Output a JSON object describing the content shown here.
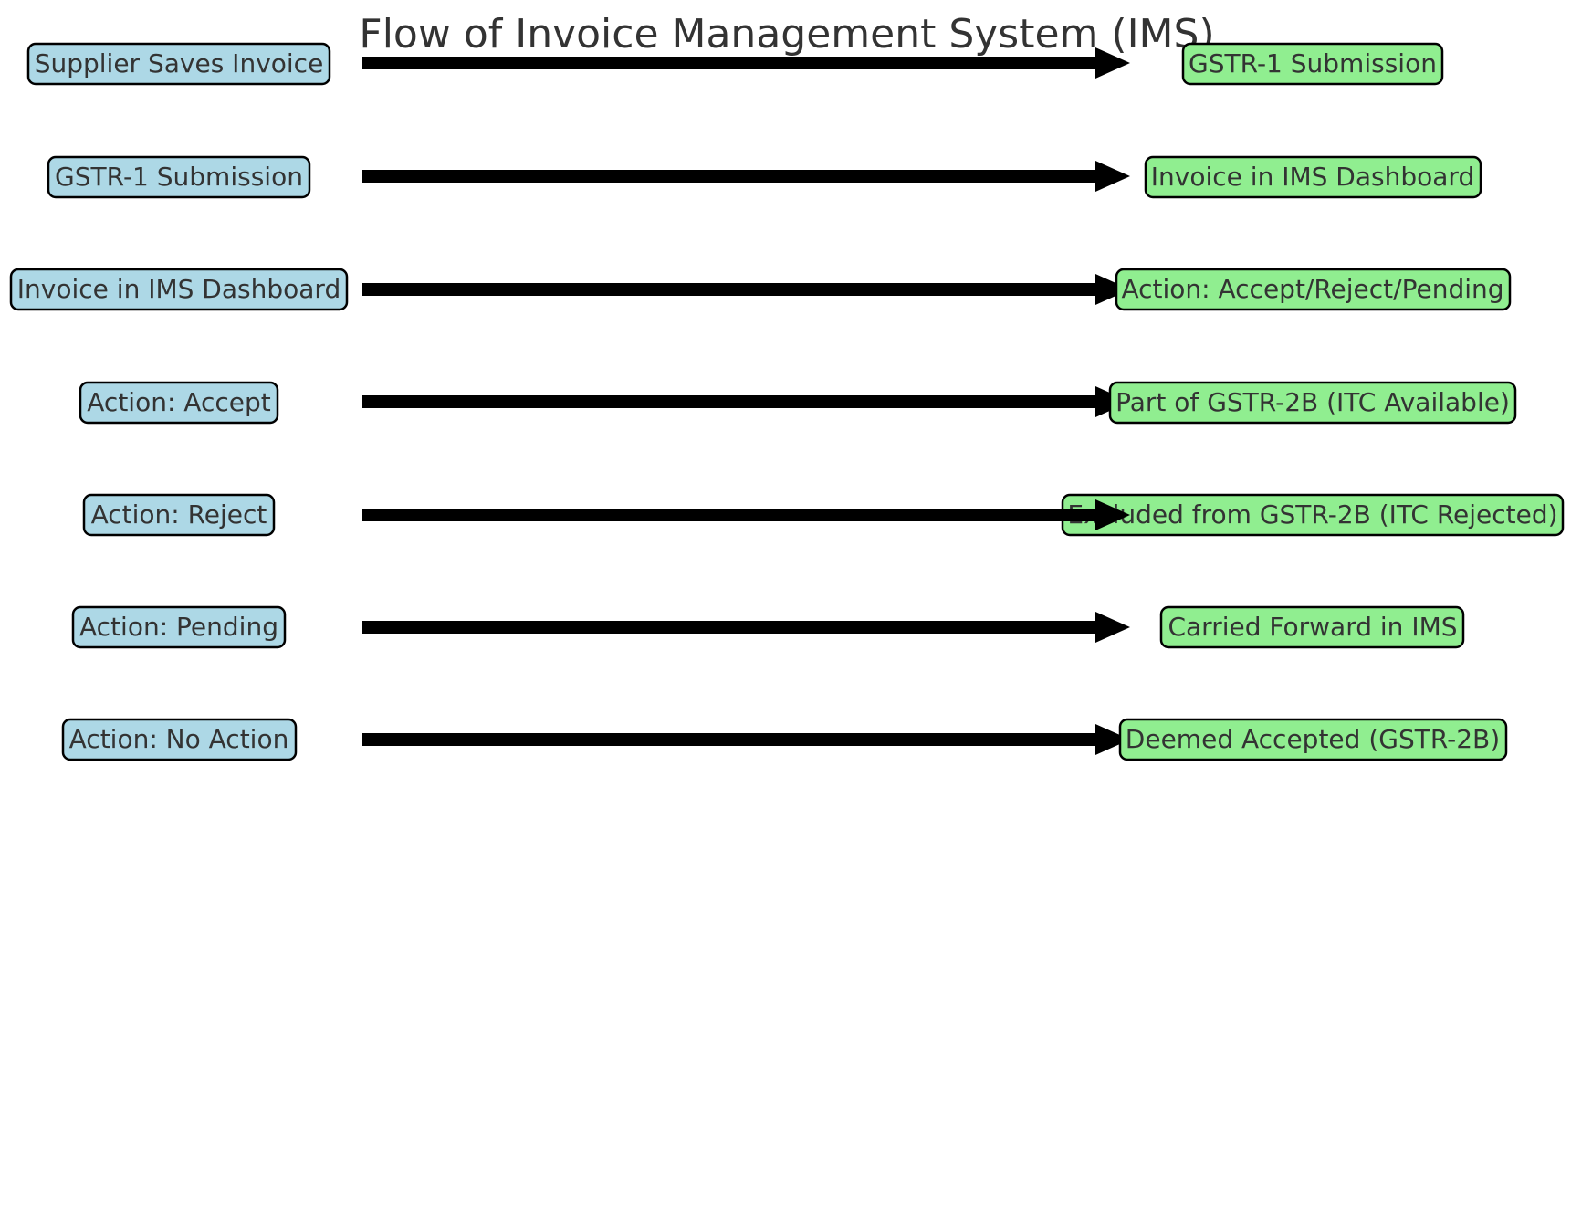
{
  "title": "Flow of Invoice Management System (IMS)",
  "colors": {
    "left_box": "#add8e6",
    "right_box": "#90ee90",
    "arrow": "#000000",
    "text": "#333333"
  },
  "flows": [
    {
      "from": "Supplier Saves Invoice",
      "to": "GSTR-1 Submission"
    },
    {
      "from": "GSTR-1 Submission",
      "to": "Invoice in IMS Dashboard"
    },
    {
      "from": "Invoice in IMS Dashboard",
      "to": "Action: Accept/Reject/Pending"
    },
    {
      "from": "Action: Accept",
      "to": "Part of GSTR-2B (ITC Available)"
    },
    {
      "from": "Action: Reject",
      "to": "Excluded from GSTR-2B (ITC Rejected)"
    },
    {
      "from": "Action: Pending",
      "to": "Carried Forward in IMS"
    },
    {
      "from": "Action: No Action",
      "to": "Deemed Accepted (GSTR-2B)"
    }
  ]
}
